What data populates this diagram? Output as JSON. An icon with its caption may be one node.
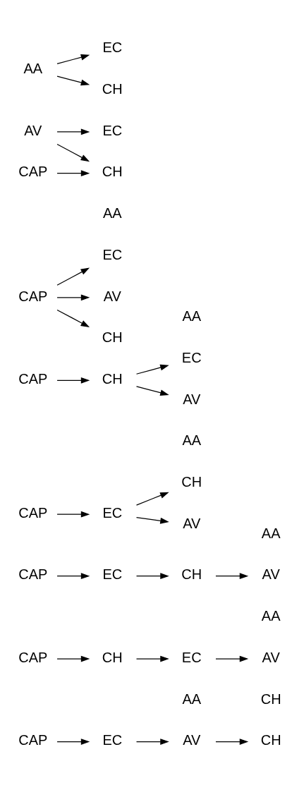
{
  "diagram": {
    "nodes": [
      {
        "text": [
          "AA"
        ]
      },
      {
        "text": [
          "CH"
        ]
      },
      {
        "text": [
          "EC"
        ]
      },
      {
        "text": [
          "CAP"
        ]
      },
      {
        "text": [
          "CH"
        ]
      },
      {
        "text": [
          "AV"
        ]
      },
      {
        "text": [
          "EC"
        ]
      },
      {
        "text": [
          "CH"
        ]
      },
      {
        "text": [
          "AA"
        ]
      },
      {
        "text": [
          "CAP"
        ]
      },
      {
        "text": [
          "AV"
        ]
      },
      {
        "text": [
          "EC"
        ]
      },
      {
        "text": [
          "AA"
        ]
      },
      {
        "text": [
          "AV"
        ]
      },
      {
        "text": [
          "CAP"
        ]
      },
      {
        "text": [
          "CH"
        ]
      },
      {
        "text": [
          "EC"
        ]
      },
      {
        "text": [
          "AA"
        ]
      },
      {
        "text": [
          "AV"
        ]
      },
      {
        "text": [
          "CAP"
        ]
      },
      {
        "text": [
          "EC"
        ]
      },
      {
        "text": [
          "CH"
        ]
      },
      {
        "text": [
          "AA"
        ]
      },
      {
        "text": [
          "CAP"
        ]
      },
      {
        "text": [
          "EC"
        ]
      },
      {
        "text": [
          "CH"
        ]
      },
      {
        "text": [
          "AV"
        ]
      },
      {
        "text": [
          "AA"
        ]
      },
      {
        "text": [
          "CAP"
        ]
      },
      {
        "text": [
          "CH"
        ]
      },
      {
        "text": [
          "EC"
        ]
      },
      {
        "text": [
          "AV"
        ]
      },
      {
        "text": [
          "AA"
        ]
      },
      {
        "text": [
          "CH"
        ]
      },
      {
        "text": [
          "CAP"
        ]
      },
      {
        "text": [
          "EC"
        ]
      },
      {
        "text": [
          "AV"
        ]
      },
      {
        "text": [
          "CH"
        ]
      }
    ],
    "edges": [
      {
        "from": 0,
        "to": 1,
        "arrow": "to"
      },
      {
        "from": 0,
        "to": 2,
        "arrow": "to"
      },
      {
        "from": 3,
        "to": 4,
        "arrow": "to"
      },
      {
        "from": 5,
        "to": 4,
        "arrow": "to"
      },
      {
        "from": 5,
        "to": 6,
        "arrow": "to"
      },
      {
        "from": 9,
        "to": 7,
        "arrow": "to"
      },
      {
        "from": 9,
        "to": 10,
        "arrow": "to"
      },
      {
        "from": 9,
        "to": 11,
        "arrow": "to"
      },
      {
        "from": 14,
        "to": 15,
        "arrow": "to"
      },
      {
        "from": 15,
        "to": 13,
        "arrow": "to"
      },
      {
        "from": 15,
        "to": 16,
        "arrow": "to"
      },
      {
        "from": 19,
        "to": 20,
        "arrow": "to"
      },
      {
        "from": 20,
        "to": 18,
        "arrow": "to"
      },
      {
        "from": 20,
        "to": 21,
        "arrow": "to"
      },
      {
        "from": 23,
        "to": 24,
        "arrow": "to"
      },
      {
        "from": 24,
        "to": 25,
        "arrow": "to"
      },
      {
        "from": 25,
        "to": 26,
        "arrow": "to"
      },
      {
        "from": 28,
        "to": 29,
        "arrow": "to"
      },
      {
        "from": 29,
        "to": 30,
        "arrow": "to"
      },
      {
        "from": 30,
        "to": 31,
        "arrow": "to"
      },
      {
        "from": 34,
        "to": 35,
        "arrow": "to"
      },
      {
        "from": 35,
        "to": 36,
        "arrow": "to"
      },
      {
        "from": 36,
        "to": 37,
        "arrow": "to"
      }
    ]
  }
}
